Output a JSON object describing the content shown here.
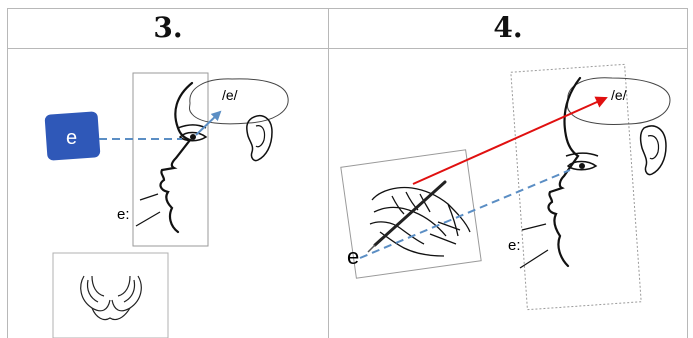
{
  "table": {
    "columns": [
      {
        "title": "3."
      },
      {
        "title": "4."
      }
    ]
  },
  "panel3": {
    "letter_box_text": "e",
    "phoneme_label": "/e/",
    "sound_label": "e:",
    "letter_box_color": "#2f58b8",
    "arrow_color": "#5b8ec4"
  },
  "panel4": {
    "phoneme_label": "/e/",
    "sound_label": "e:",
    "written_letter": "e",
    "read_arrow_color": "#e01010",
    "sound_arrow_color": "#5b8ec4"
  }
}
